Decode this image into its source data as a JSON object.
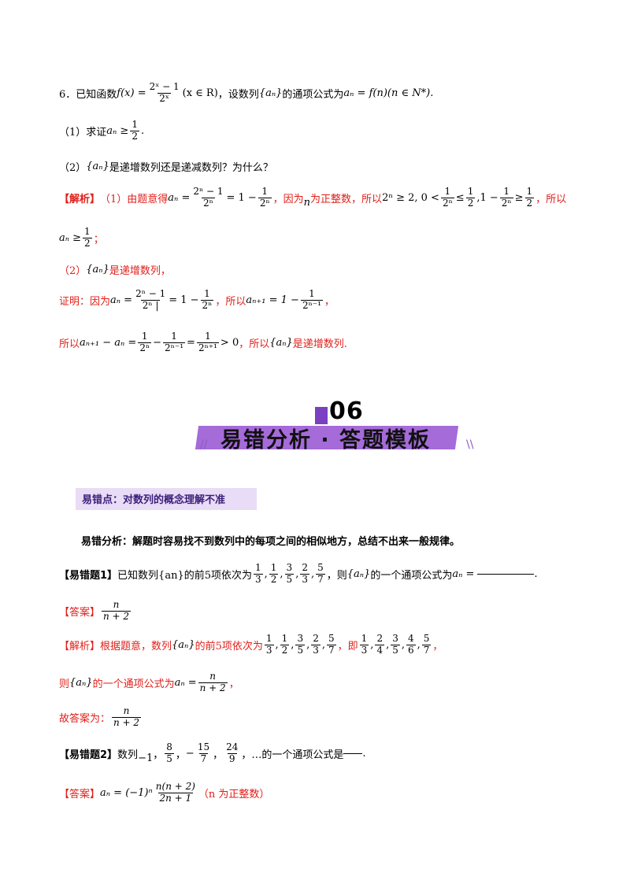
{
  "q6": {
    "number": "6．已知函数",
    "fx": "f(x) =",
    "f_num": "2ˣ − 1",
    "f_den": "2ˣ",
    "domain": "(x ∈ R)",
    "mid": "，设数列",
    "seq": "{aₙ}",
    "tail": "的通项公式为",
    "formula": "aₙ = f(n)(n ∈ N*)",
    "end": "."
  },
  "q6_1": {
    "label": "（1）求证",
    "expr": "aₙ ≥",
    "num": "1",
    "den": "2",
    "end": "."
  },
  "q6_2": {
    "label": "（2）",
    "seq": "{aₙ}",
    "text": "是递增数列还是递减数列？为什么？"
  },
  "sol1": {
    "tag": "【解析】",
    "lead": "（1）由题意得",
    "an": "aₙ =",
    "f1n": "2ⁿ − 1",
    "f1d": "2ⁿ",
    "eq1": "= 1 −",
    "f2n": "1",
    "f2d": "2ⁿ",
    "because": "，因为",
    "n": "n",
    "pos": "为正整数，所以",
    "ineq1": "2ⁿ ≥ 2, 0 <",
    "f3n": "1",
    "f3d": "2ⁿ",
    "le": "≤",
    "f4n": "1",
    "f4d": "2",
    "c1": ",1 −",
    "f5n": "1",
    "f5d": "2ⁿ",
    "ge": "≥",
    "f6n": "1",
    "f6d": "2",
    "so": "，所以",
    "l2_expr": "aₙ ≥",
    "l2_n": "1",
    "l2_d": "2",
    "l2_end": "；"
  },
  "sol2": {
    "label": "（2）",
    "seq": "{aₙ}",
    "text": "是递增数列，",
    "proof": "证明：因为",
    "an": "aₙ =",
    "p1n": "2ⁿ − 1",
    "p1d": "2ⁿ |",
    "eq": "= 1 −",
    "p2n": "1",
    "p2d": "2ⁿ",
    "so": "，所以",
    "an1": "aₙ₊₁ = 1 −",
    "p3n": "1",
    "p3d": "2ⁿ⁻¹",
    "comma": "，",
    "so2": "所以",
    "diff": "aₙ₊₁ − aₙ =",
    "d1n": "1",
    "d1d": "2ⁿ",
    "minus": "−",
    "d2n": "1",
    "d2d": "2ⁿ⁻¹",
    "eq2": "=",
    "d3n": "1",
    "d3d": "2ⁿ⁺¹",
    "gt": "> 0",
    "so3": "，所以",
    "seq2": "{aₙ}",
    "concl": "是递增数列."
  },
  "banner": {
    "num": "06",
    "title": "易错分析 · 答题模板",
    "slash_l": "//",
    "slash_r": "\\\\"
  },
  "point": {
    "title": "易错点：对数列的概念理解不准"
  },
  "analysis": {
    "text": "易错分析：解题时容易找不到数列中的每项之间的相似地方，总结不出来一般规律。"
  },
  "e1": {
    "tag": "【易错题1】",
    "t1": "已知数列{an}的前5项依次为",
    "fr": [
      [
        "1",
        "3"
      ],
      [
        "1",
        "2"
      ],
      [
        "3",
        "5"
      ],
      [
        "2",
        "3"
      ],
      [
        "5",
        "7"
      ]
    ],
    "t2": "，则",
    "seq": "{aₙ}",
    "t3": "的一个通项公式为",
    "an": "aₙ =",
    "end": "."
  },
  "a1": {
    "tag": "【答案】",
    "num": "n",
    "den": "n + 2"
  },
  "s1": {
    "tag": "【解析】",
    "t1": "根据题意，数列",
    "seq": "{aₙ}",
    "t2": "的前5项依次为",
    "fr1": [
      [
        "1",
        "3"
      ],
      [
        "1",
        "2"
      ],
      [
        "3",
        "5"
      ],
      [
        "2",
        "3"
      ],
      [
        "5",
        "7"
      ]
    ],
    "t3": "，即",
    "fr2": [
      [
        "1",
        "3"
      ],
      [
        "2",
        "4"
      ],
      [
        "3",
        "5"
      ],
      [
        "4",
        "6"
      ],
      [
        "5",
        "7"
      ]
    ],
    "t4": "，",
    "t5": "则",
    "seq2": "{aₙ}",
    "t6": "的一个通项公式为",
    "an": "aₙ =",
    "fn": "n",
    "fd": "n + 2",
    "t7": "，",
    "t8": "故答案为：",
    "gn": "n",
    "gd": "n + 2"
  },
  "e2": {
    "tag": "【易错题2】",
    "t1": "数列",
    "first": "−1",
    "c": "，",
    "f1n": "8",
    "f1d": "5",
    "m": "−",
    "f2n": "15",
    "f2d": "7",
    "f3n": "24",
    "f3d": "9",
    "t2": "，…的一个通项公式是",
    "end": "."
  },
  "a2": {
    "tag": "【答案】",
    "an": "aₙ = (−1)ⁿ",
    "num": "n(n + 2)",
    "den": "2n + 1",
    "note": "（n 为正整数）"
  }
}
